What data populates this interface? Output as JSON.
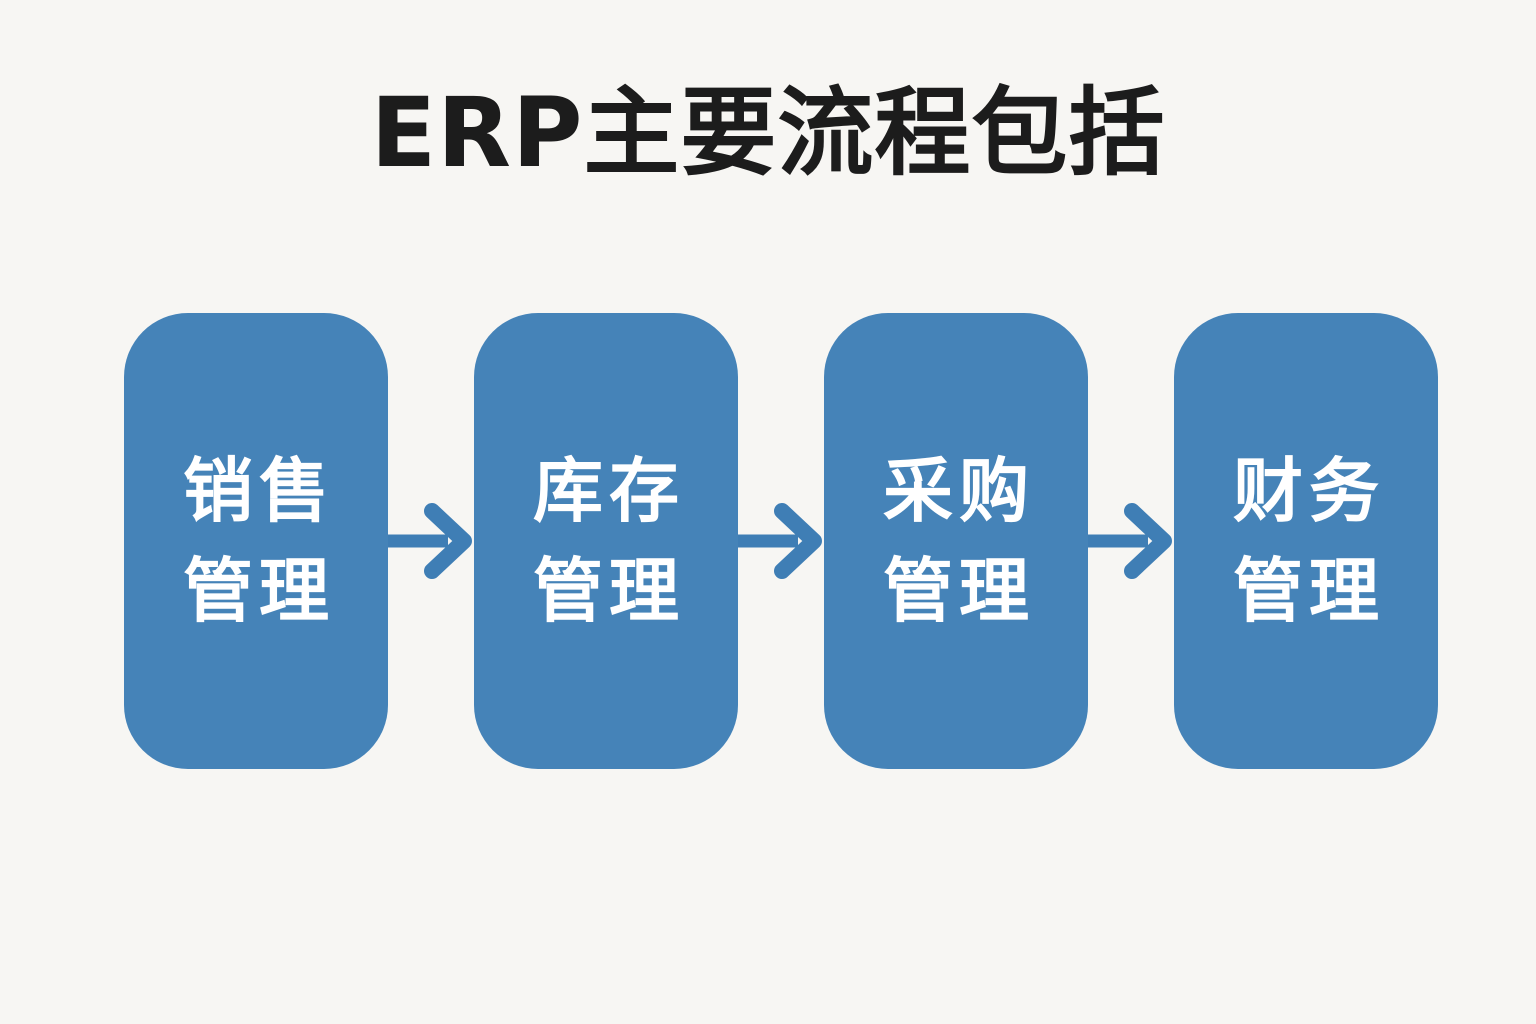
{
  "title": "ERP主要流程包括",
  "colors": {
    "background": "#F7F6F3",
    "box": "#4583B8",
    "arrow": "#3F7EB5",
    "title_text": "#1C1C1C",
    "box_text": "#FFFFFF"
  },
  "flow": {
    "nodes": [
      {
        "id": "sales",
        "line1": "销售",
        "line2": "管理"
      },
      {
        "id": "inventory",
        "line1": "库存",
        "line2": "管理"
      },
      {
        "id": "procurement",
        "line1": "采购",
        "line2": "管理"
      },
      {
        "id": "finance",
        "line1": "财务",
        "line2": "管理"
      }
    ],
    "arrow_icon": "right-arrow-icon",
    "direction": "left-to-right"
  }
}
